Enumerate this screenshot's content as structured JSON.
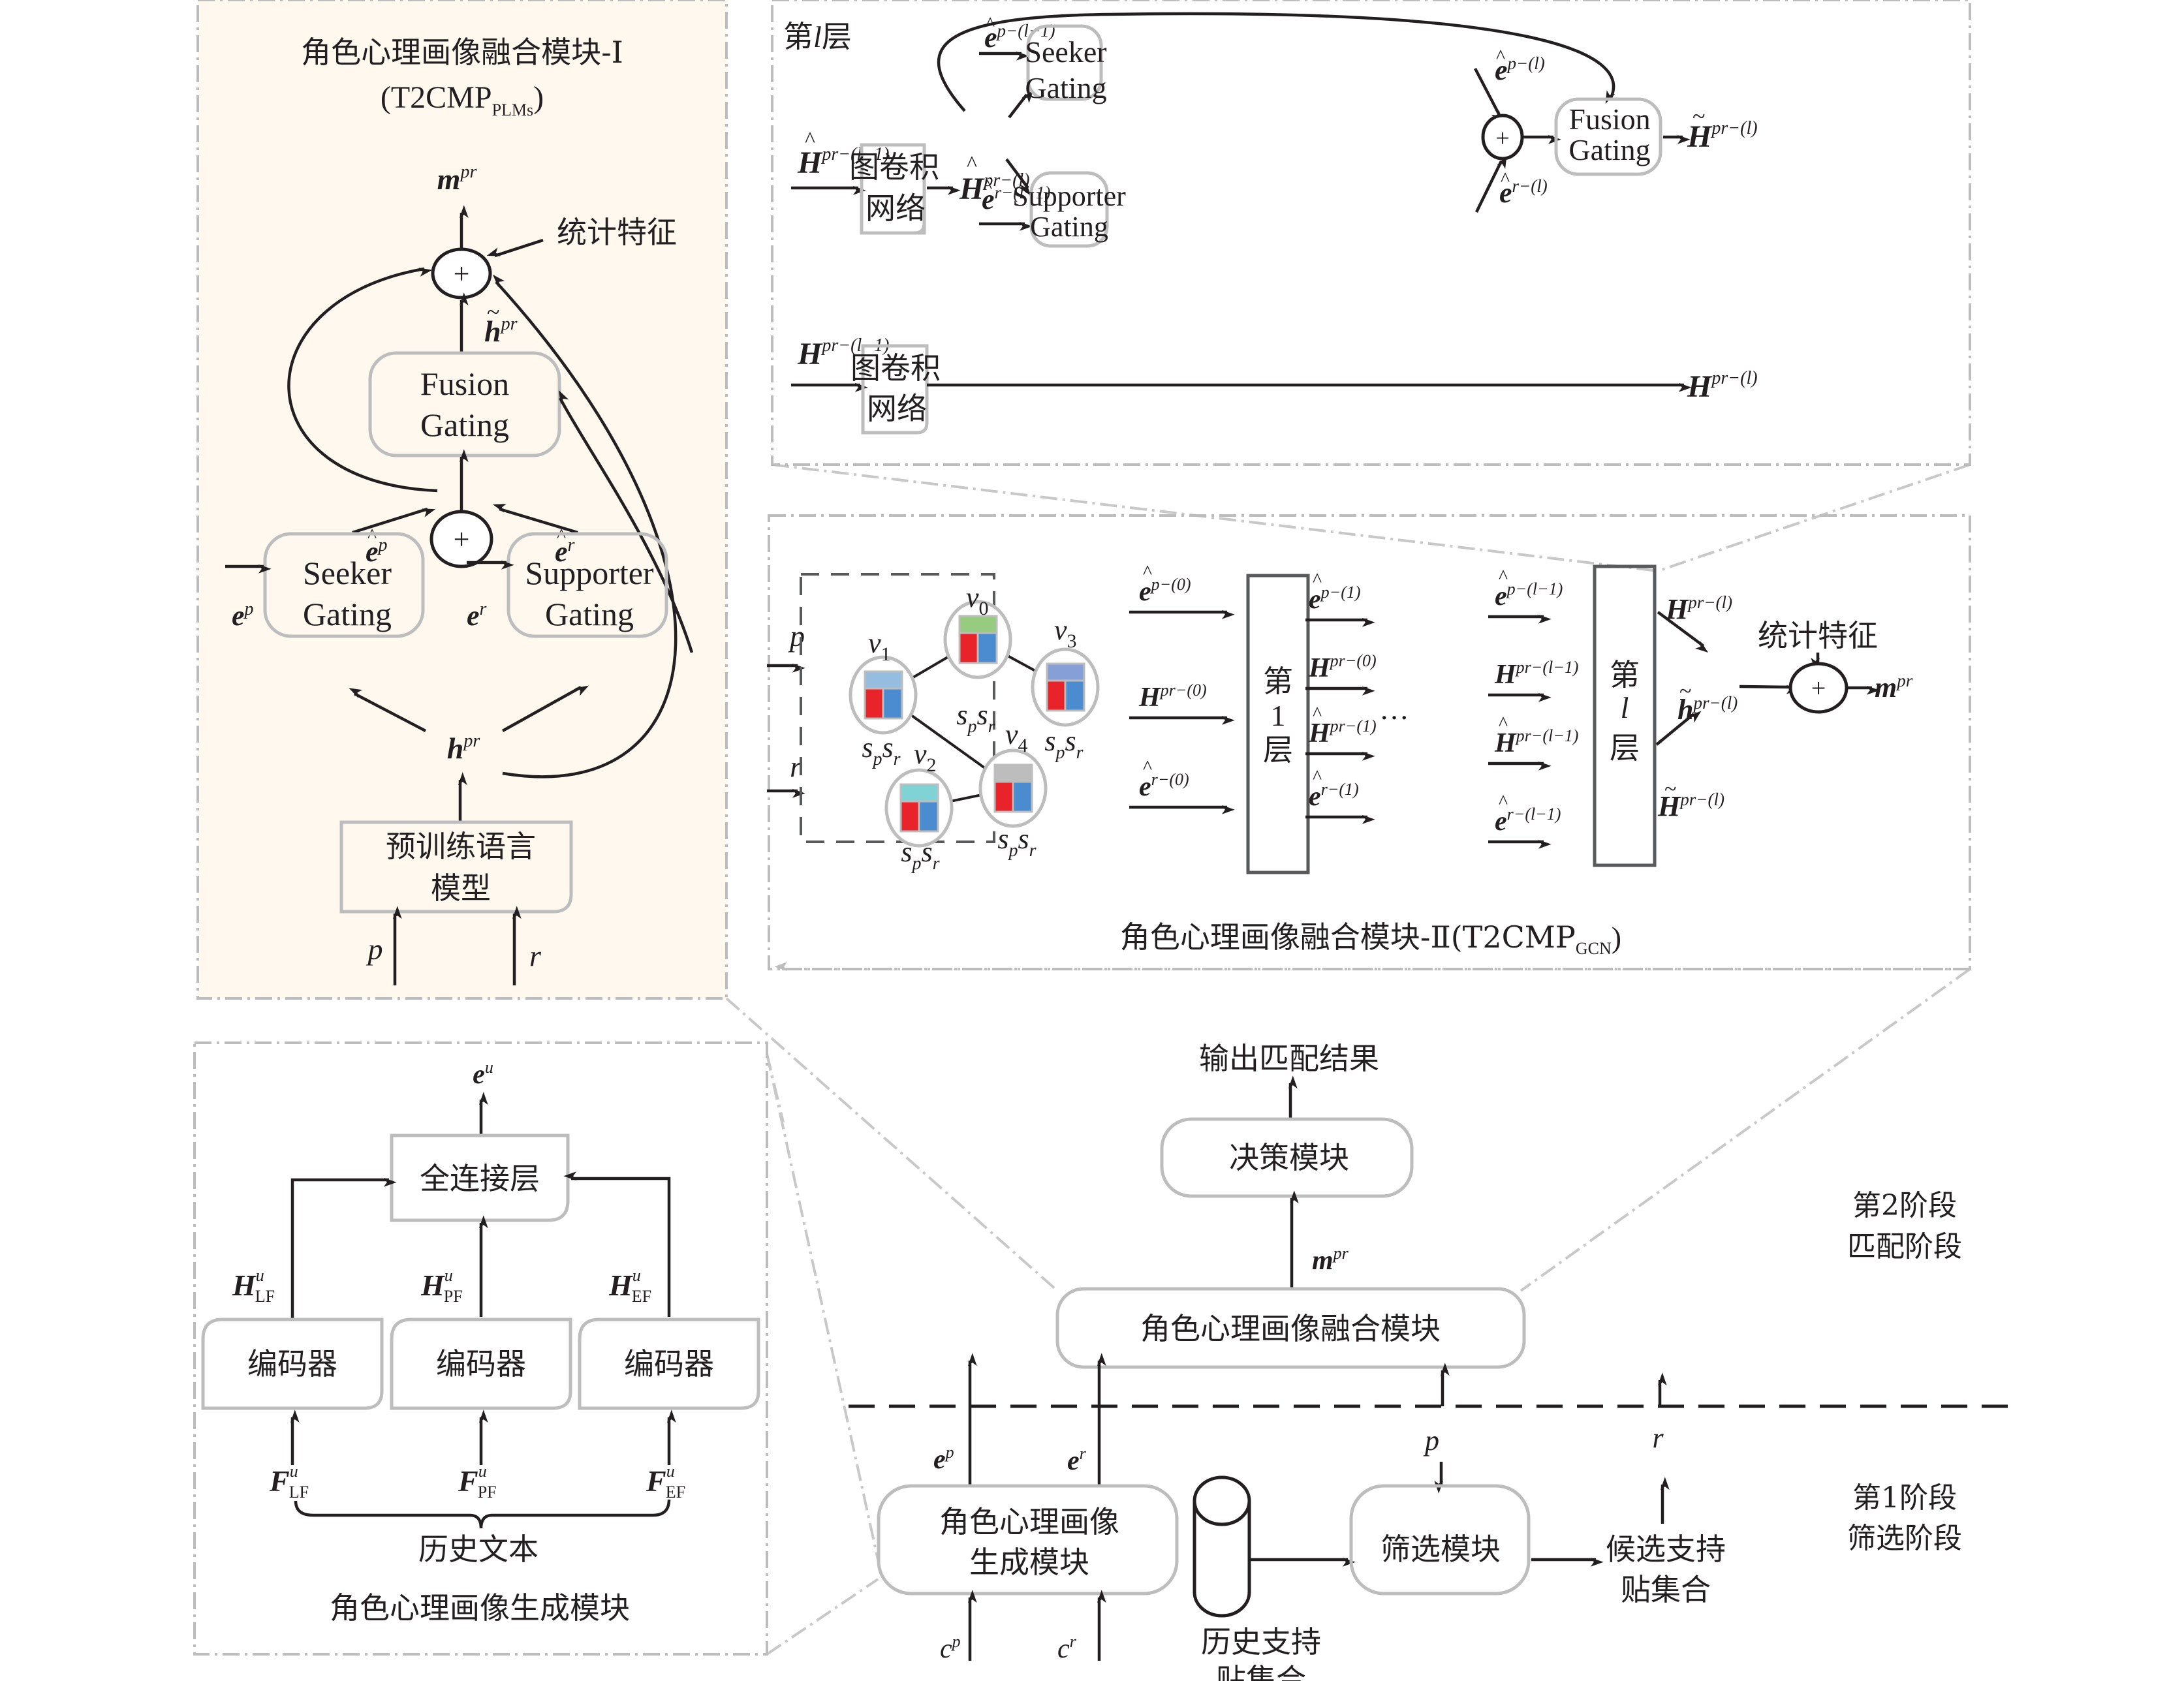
{
  "figure": {
    "panel_plms": {
      "title": "角色心理画像融合模块-I",
      "subtitle_main": "(T2CMP",
      "subtitle_sub": "PLMs",
      "subtitle_close": ")",
      "output": {
        "base": "m",
        "sup": "pr"
      },
      "stat_feature": "统计特征",
      "plus": "+",
      "h_tilde": {
        "base": "h",
        "sup": "pr",
        "accent": "~"
      },
      "fusion_gating": [
        "Fusion",
        "Gating"
      ],
      "e_hat_p": {
        "base": "e",
        "sup": "p",
        "accent": "^"
      },
      "e_hat_r": {
        "base": "e",
        "sup": "r",
        "accent": "^"
      },
      "seeker_gating": [
        "Seeker",
        "Gating"
      ],
      "supporter_gating": [
        "Supporter",
        "Gating"
      ],
      "e_p": {
        "base": "e",
        "sup": "p"
      },
      "e_r": {
        "base": "e",
        "sup": "r"
      },
      "h_pr": {
        "base": "h",
        "sup": "pr"
      },
      "plm": [
        "预训练语言",
        "模型"
      ],
      "input_p": "p",
      "input_r": "r"
    },
    "panel_layer": {
      "title_pre": "第",
      "title_var": "l",
      "title_post": "层",
      "h_hat_in": {
        "base": "H",
        "sup": "pr−(l−1)",
        "accent": "^"
      },
      "gcn_1": [
        "图卷积",
        "网络"
      ],
      "h_hat_out": {
        "base": "H",
        "sup": "pr−(l)",
        "accent": "^"
      },
      "e_hat_p_in": {
        "base": "e",
        "sup": "p−(l−1)",
        "accent": "^"
      },
      "e_hat_r_in": {
        "base": "e",
        "sup": "r−(l−1)",
        "accent": "^"
      },
      "seeker_gating": [
        "Seeker",
        "Gating"
      ],
      "supporter_gating": [
        "Supporter",
        "Gating"
      ],
      "e_hat_p_out": {
        "base": "e",
        "sup": "p−(l)",
        "accent": "^"
      },
      "e_hat_r_out": {
        "base": "e",
        "sup": "r−(l)",
        "accent": "^"
      },
      "plus": "+",
      "fusion_gating": [
        "Fusion",
        "Gating"
      ],
      "h_tilde_out": {
        "base": "H",
        "sup": "pr−(l)",
        "accent": "~"
      },
      "h_in": {
        "base": "H",
        "sup": "pr−(l−1)"
      },
      "gcn_2": [
        "图卷积",
        "网络"
      ],
      "h_out": {
        "base": "H",
        "sup": "pr−(l)"
      }
    },
    "panel_gcn": {
      "input_p": "p",
      "input_r": "r",
      "nodes": [
        {
          "id": "v0",
          "label": "v",
          "sub": "0",
          "top_color": "#97cc80",
          "caption": "s_p s_r"
        },
        {
          "id": "v1",
          "label": "v",
          "sub": "1",
          "top_color": "#94bde0",
          "caption": "s_p s_r"
        },
        {
          "id": "v2",
          "label": "v",
          "sub": "2",
          "top_color": "#7fd3d5",
          "caption": "s_p s_r"
        },
        {
          "id": "v3",
          "label": "v",
          "sub": "3",
          "top_color": "#869fd6",
          "caption": "s_p s_r"
        },
        {
          "id": "v4",
          "label": "v",
          "sub": "4",
          "top_color": "#bdbdbd",
          "caption": "s_p s_r"
        }
      ],
      "edges": [
        [
          "v1",
          "v0"
        ],
        [
          "v0",
          "v3"
        ],
        [
          "v1",
          "v4"
        ],
        [
          "v2",
          "v4"
        ]
      ],
      "cell_colors": {
        "left": "#e8232a",
        "right": "#4a8ccf"
      },
      "caption_s": "s",
      "caption_p": "p",
      "caption_r": "r",
      "arrows_to_layer1": [
        {
          "base": "e",
          "sup": "p−(0)",
          "accent": "^"
        },
        {
          "base": "H",
          "sup": "pr−(0)"
        },
        {
          "base": "e",
          "sup": "r−(0)",
          "accent": "^"
        }
      ],
      "layer1": [
        "第",
        "1",
        "层"
      ],
      "arrows_from_layer1": [
        {
          "base": "e",
          "sup": "p−(1)",
          "accent": "^"
        },
        {
          "base": "H",
          "sup": "pr−(0)"
        },
        {
          "base": "H",
          "sup": "pr−(1)",
          "accent": "^"
        },
        {
          "base": "e",
          "sup": "r−(1)",
          "accent": "^"
        }
      ],
      "ellipsis": "···",
      "arrows_to_layerl": [
        {
          "base": "e",
          "sup": "p−(l−1)",
          "accent": "^"
        },
        {
          "base": "H",
          "sup": "pr−(l−1)"
        },
        {
          "base": "H",
          "sup": "pr−(l−1)",
          "accent": "^"
        },
        {
          "base": "e",
          "sup": "r−(l−1)",
          "accent": "^"
        }
      ],
      "layerl": [
        "第",
        "l",
        "层"
      ],
      "out_h": {
        "base": "H",
        "sup": "pr−(l)"
      },
      "out_h_tilde_small": {
        "base": "h",
        "sup": "pr−(l)",
        "accent": "~"
      },
      "out_H_tilde": {
        "base": "H",
        "sup": "pr−(l)",
        "accent": "~"
      },
      "stat_feature": "统计特征",
      "plus": "+",
      "output": {
        "base": "m",
        "sup": "pr"
      },
      "title_main": "角色心理画像融合模块-Ⅱ(T2CMP",
      "title_sub": "GCN",
      "title_close": ")"
    },
    "panel_generation": {
      "e_u": {
        "base": "e",
        "sup": "u"
      },
      "fc_layer": "全连接层",
      "encoders": [
        {
          "label": "编码器",
          "h": {
            "base": "H",
            "sup": "u",
            "sub": "LF"
          },
          "f": {
            "base": "F",
            "sup": "u",
            "sub": "LF"
          }
        },
        {
          "label": "编码器",
          "h": {
            "base": "H",
            "sup": "u",
            "sub": "PF"
          },
          "f": {
            "base": "F",
            "sup": "u",
            "sub": "PF"
          }
        },
        {
          "label": "编码器",
          "h": {
            "base": "H",
            "sup": "u",
            "sub": "EF"
          },
          "f": {
            "base": "F",
            "sup": "u",
            "sub": "EF"
          }
        }
      ],
      "history_text": "历史文本",
      "title": "角色心理画像生成模块"
    },
    "pipeline": {
      "output_result": "输出匹配结果",
      "decision_module": "决策模块",
      "m_pr": {
        "base": "m",
        "sup": "pr"
      },
      "fusion_module": "角色心理画像融合模块",
      "stage2": [
        "第2阶段",
        "匹配阶段"
      ],
      "stage1": [
        "第1阶段",
        "筛选阶段"
      ],
      "e_p": {
        "base": "e",
        "sup": "p"
      },
      "e_r": {
        "base": "e",
        "sup": "r"
      },
      "p": "p",
      "r": "r",
      "generation_module": [
        "角色心理画像",
        "生成模块"
      ],
      "history_db": [
        "历史支持",
        "贴集合"
      ],
      "filter_module": "筛选模块",
      "candidates": [
        "候选支持",
        "贴集合"
      ],
      "c_p": {
        "base": "c",
        "sup": "p"
      },
      "c_r": {
        "base": "c",
        "sup": "r"
      }
    }
  }
}
